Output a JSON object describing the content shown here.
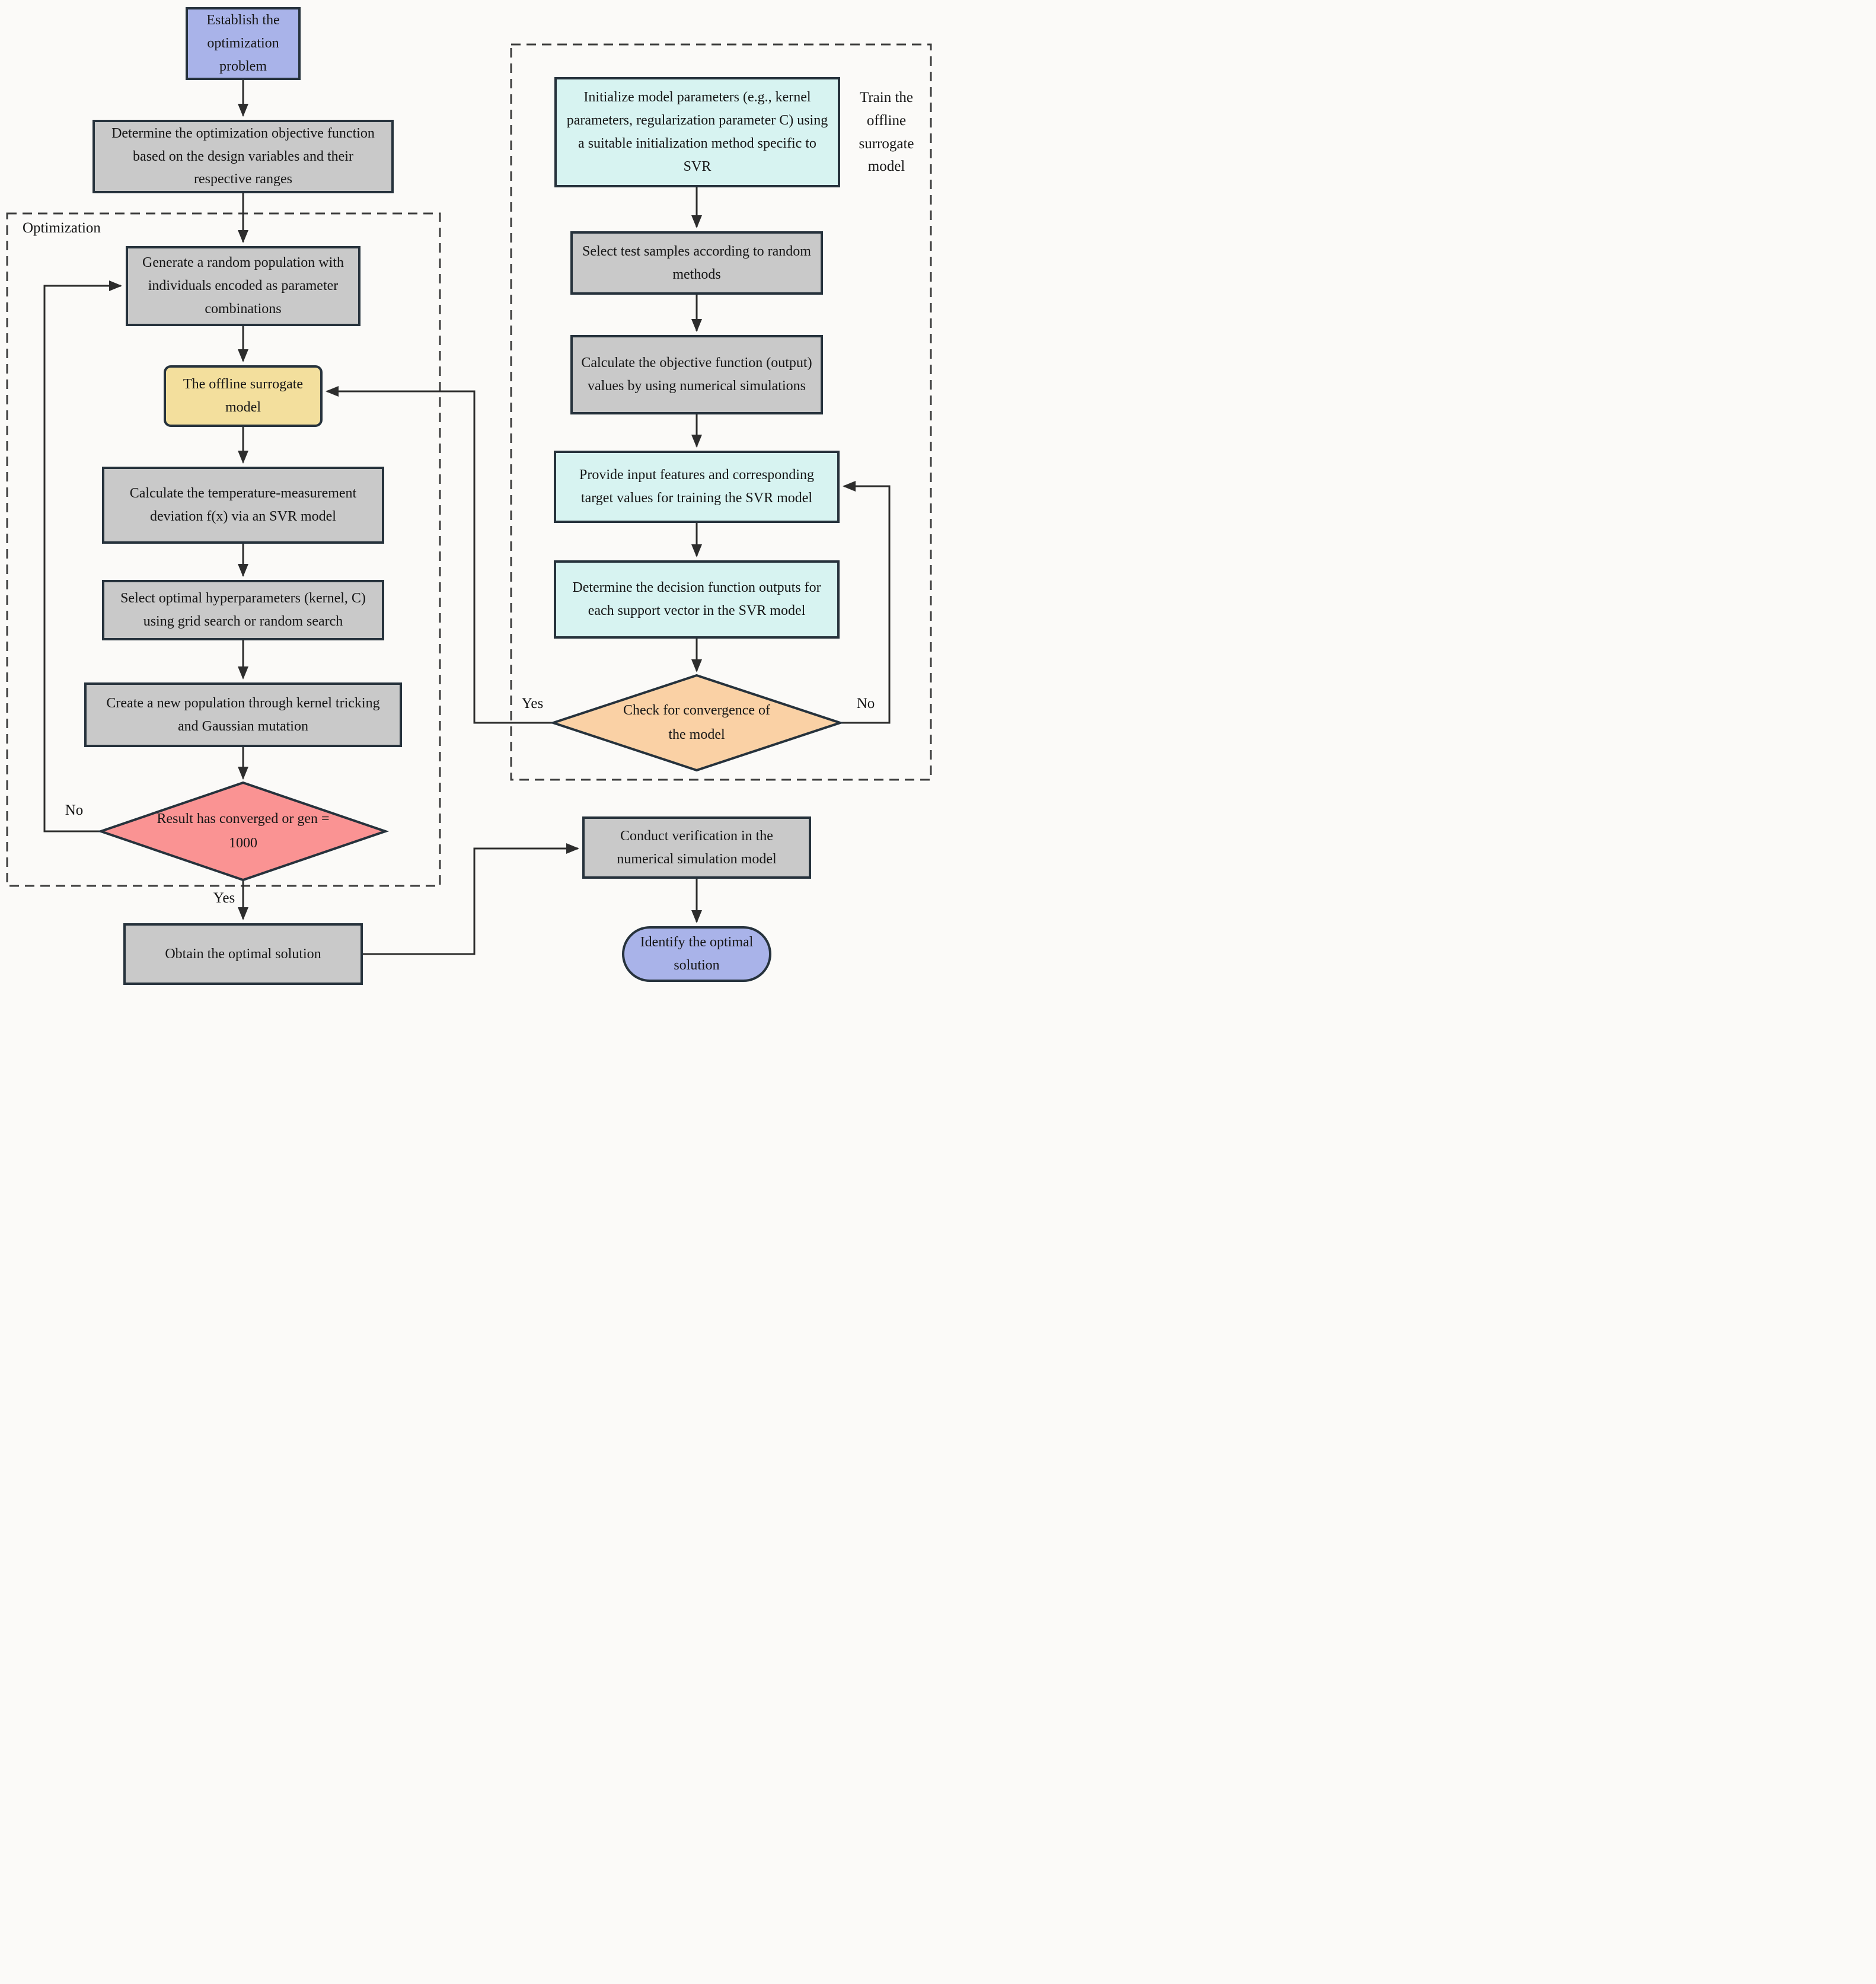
{
  "title": "SVR surrogate-model optimization flowchart",
  "colors": {
    "node_border": "#26323c",
    "gray_fill": "#c9c9c9",
    "blue_fill": "#a9b3e9",
    "yellow_fill": "#f3df9d",
    "cyan_fill": "#d7f3f1",
    "red_diamond_fill": "#fa9393",
    "orange_diamond_fill": "#fad1a5",
    "line_color": "#2d2d2d",
    "dashed_border": "#3d3d3d"
  },
  "regions": {
    "optimization_label": "Optimization",
    "train_label": "Train the offline surrogate model"
  },
  "nodes": {
    "establish": {
      "text": "Establish the optimization problem"
    },
    "determine_objective": {
      "text": "Determine the optimization objective function based on the design variables and their respective ranges"
    },
    "generate_population": {
      "text": "Generate a random population with individuals encoded as parameter combinations"
    },
    "offline_model": {
      "text": "The offline surrogate model"
    },
    "calc_deviation": {
      "text": "Calculate the temperature-measurement deviation f(x) via an SVR model"
    },
    "select_hyperparams": {
      "text": "Select optimal hyperparameters (kernel, C) using grid search or random search"
    },
    "create_population": {
      "text": "Create a new population through kernel tricking and Gaussian mutation"
    },
    "converged_decision": {
      "text": "Result has converged or gen = 1000"
    },
    "obtain_solution": {
      "text": "Obtain the optimal solution"
    },
    "init_parameters": {
      "text": "Initialize model parameters (e.g., kernel parameters, regularization parameter C) using a suitable initialization method specific to SVR"
    },
    "select_test_samples": {
      "text": "Select test samples according to random methods"
    },
    "calc_objective": {
      "text": "Calculate the objective function (output) values by using numerical simulations"
    },
    "provide_features": {
      "text": "Provide input features and corresponding target values for training the SVR model"
    },
    "decision_outputs": {
      "text": "Determine the decision function outputs for each support vector in the SVR model"
    },
    "convergence_decision": {
      "text": "Check for convergence of the model"
    },
    "conduct_verification": {
      "text": "Conduct verification in the numerical simulation model"
    },
    "identify_solution": {
      "text": "Identify the optimal solution"
    }
  },
  "edge_labels": {
    "no_left": "No",
    "yes_bottom": "Yes",
    "yes_right": "Yes",
    "no_right": "No"
  }
}
